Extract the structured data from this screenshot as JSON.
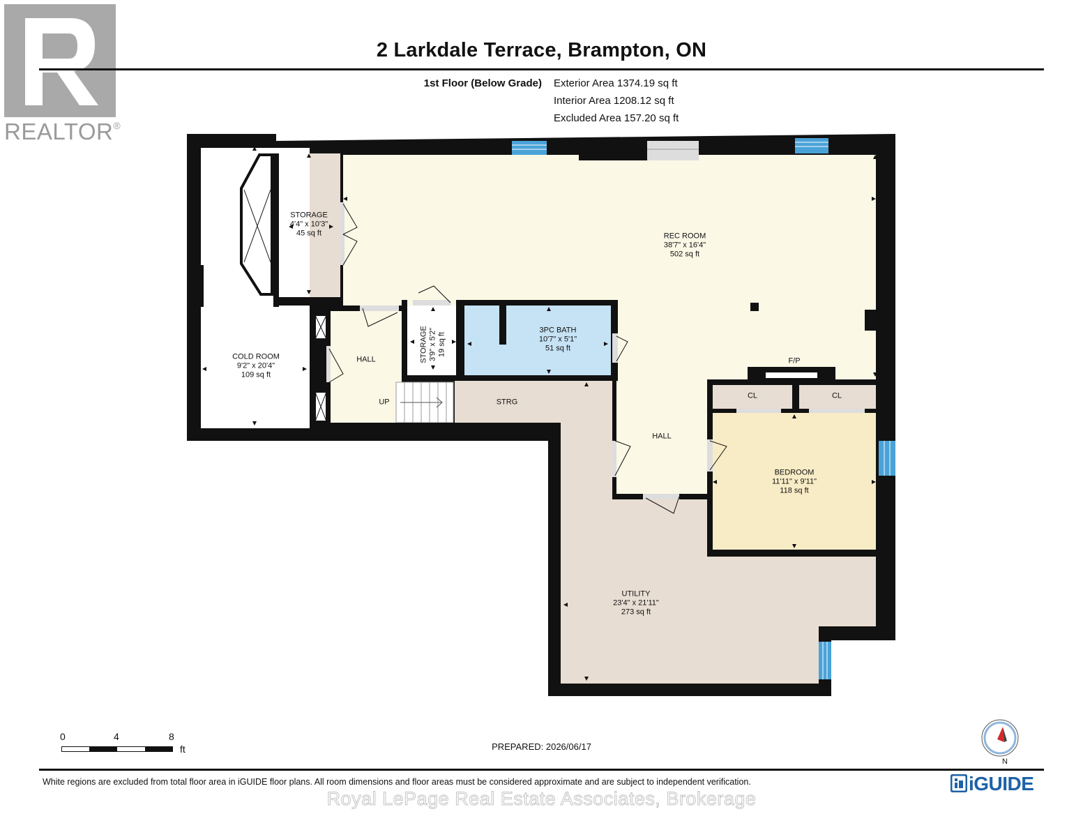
{
  "header": {
    "title": "2 Larkdale Terrace, Brampton, ON",
    "floor_label": "1st Floor (Below Grade)",
    "exterior_area": "Exterior Area 1374.19 sq ft",
    "interior_area": "Interior Area 1208.12 sq ft",
    "excluded_area": "Excluded Area 157.20 sq ft"
  },
  "logo": {
    "realtor_text": "REALTOR",
    "realtor_symbol": "®",
    "brand_text": "iGUIDE"
  },
  "rooms": {
    "storage_a": {
      "name": "STORAGE",
      "dims": "4'4\" x 10'3\"",
      "area": "45 sq ft"
    },
    "rec_room": {
      "name": "REC ROOM",
      "dims": "38'7\" x 16'4\"",
      "area": "502 sq ft"
    },
    "bath": {
      "name": "3PC BATH",
      "dims": "10'7\" x 5'1\"",
      "area": "51 sq ft"
    },
    "storage_b": {
      "name": "STORAGE",
      "dims": "3'9\" x 5'2\"",
      "area": "19 sq ft"
    },
    "cold_room": {
      "name": "COLD ROOM",
      "dims": "9'2\" x 20'4\"",
      "area": "109 sq ft"
    },
    "bedroom": {
      "name": "BEDROOM",
      "dims": "11'11\" x 9'11\"",
      "area": "118 sq ft"
    },
    "utility": {
      "name": "UTILITY",
      "dims": "23'4\" x 21'11\"",
      "area": "273 sq ft"
    }
  },
  "labels": {
    "hall_left": "HALL",
    "hall_center": "HALL",
    "up": "UP",
    "strg": "STRG",
    "fp": "F/P",
    "closet_1": "CL",
    "closet_2": "CL"
  },
  "scale": {
    "ticks": [
      "0",
      "4",
      "8"
    ],
    "unit": "ft"
  },
  "compass": {
    "label": "N"
  },
  "footer": {
    "prepared": "PREPARED: 2026/06/17",
    "disclaimer": "White regions are excluded from total floor area in iGUIDE floor plans. All room dimensions and floor areas must be considered approximate and are subject to independent verification.",
    "watermark": "Royal LePage Real Estate Associates, Brokerage"
  },
  "colors": {
    "wall": "#111111",
    "rec_room": "#fbf8e6",
    "storage": "#e8ddd2",
    "utility": "#e8ddd2",
    "bath": "#c6e2f5",
    "bedroom": "#f8ecc6",
    "closet": "#e8ddd2",
    "window": "#4aa3d8",
    "brand_blue": "#1e62a8"
  }
}
